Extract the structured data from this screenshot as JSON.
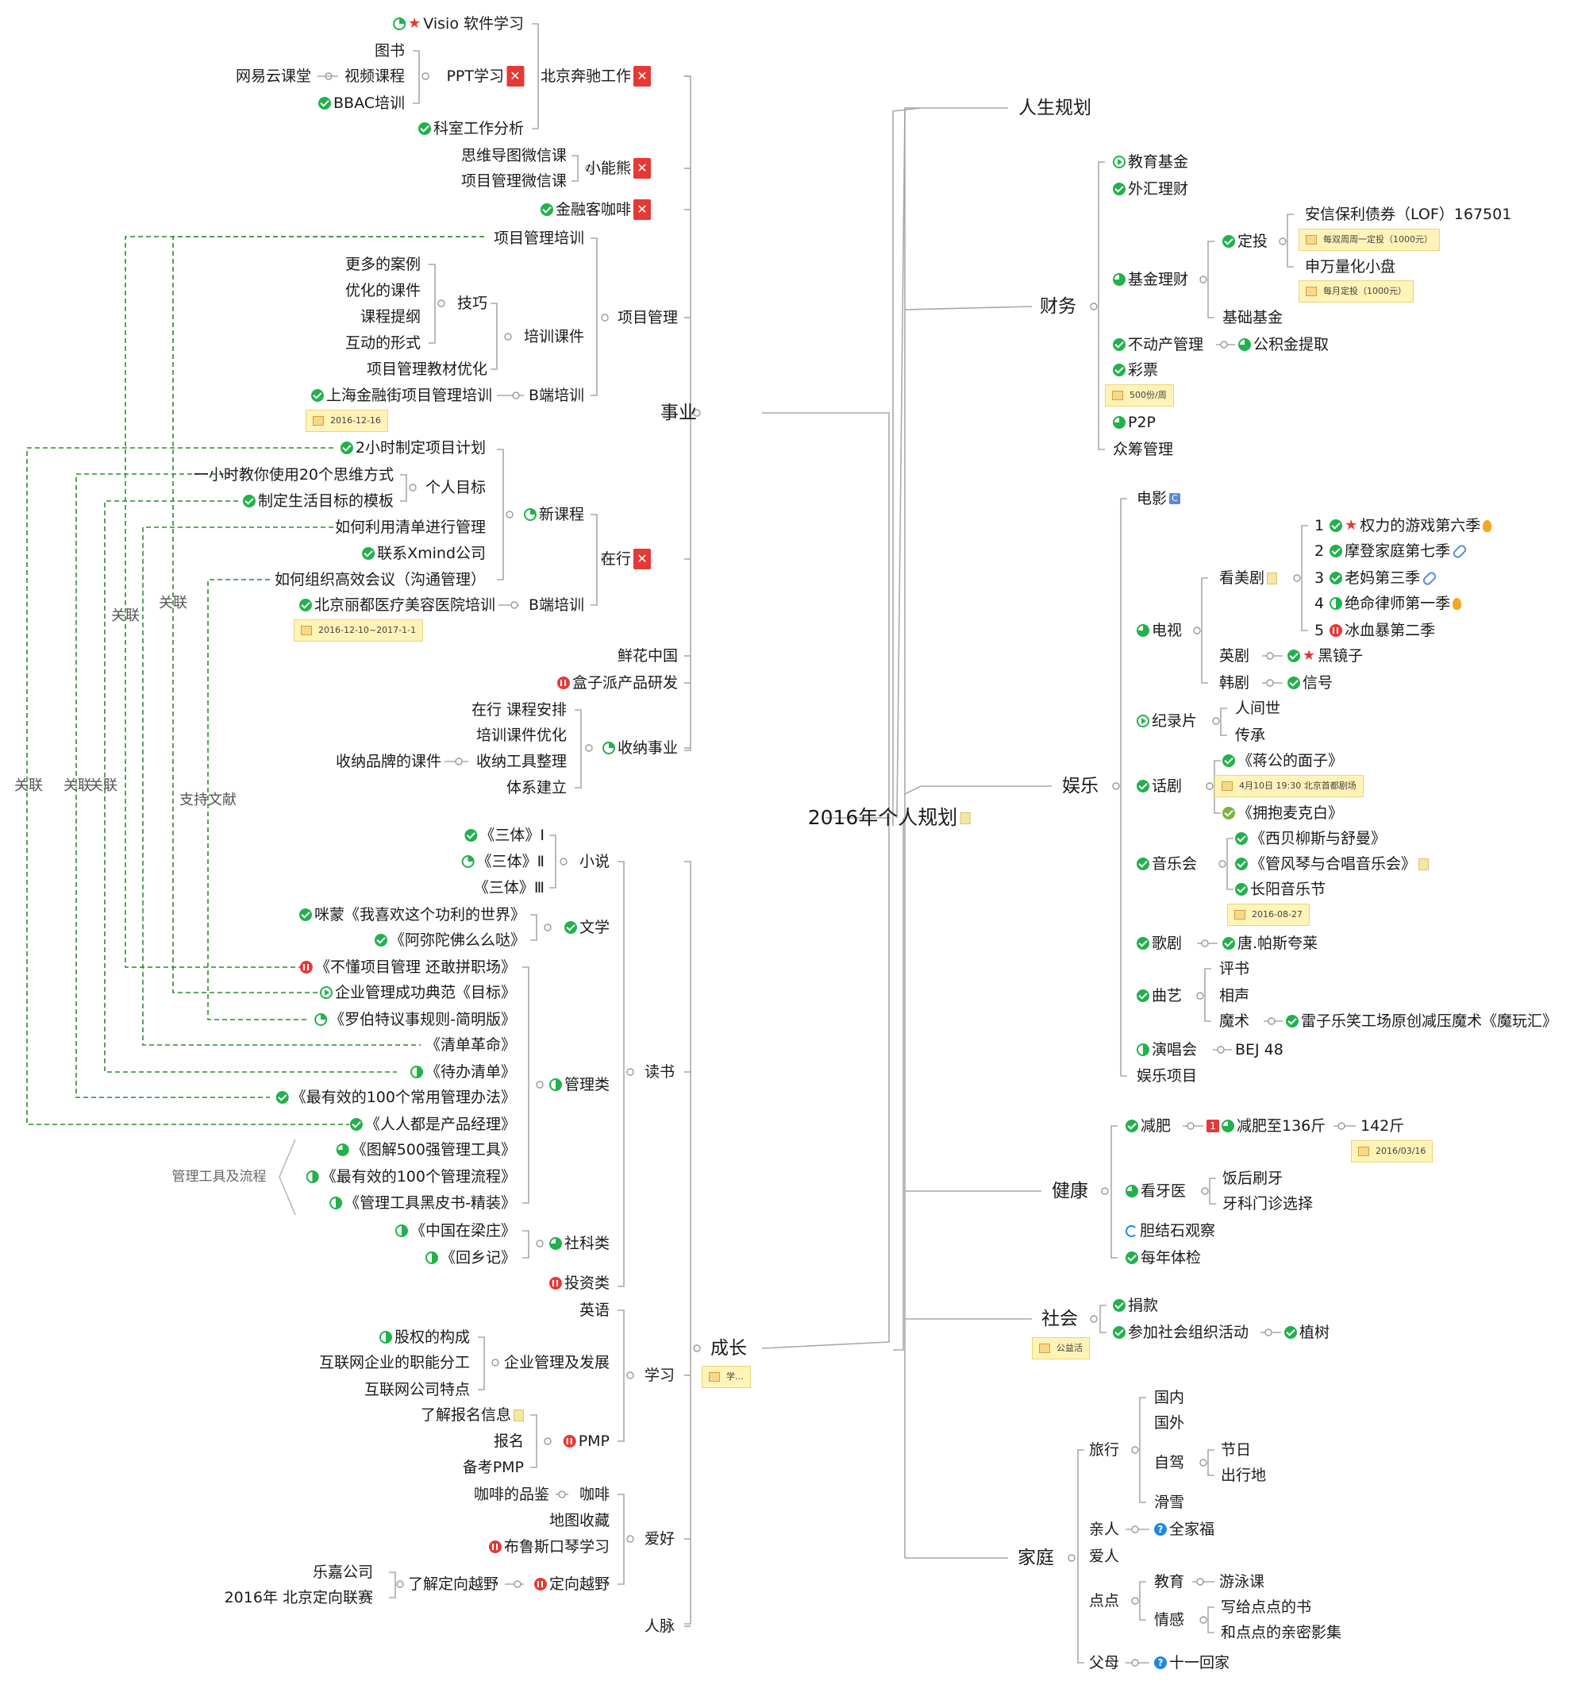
{
  "center": {
    "text": "2016年个人规划"
  },
  "relations": [
    "关联",
    "关联",
    "关联",
    "关联",
    "关联",
    "支持文献"
  ],
  "group_label": "管理工具及流程",
  "nodes": [
    {
      "t": "事业"
    },
    {
      "t": "成长"
    },
    {
      "t": "人生规划"
    },
    {
      "t": "财务"
    },
    {
      "t": "娱乐"
    },
    {
      "t": "健康"
    },
    {
      "t": "社会"
    },
    {
      "t": "家庭"
    },
    {
      "t": "北京奔驰工作"
    },
    {
      "t": "小能熊"
    },
    {
      "t": "金融客咖啡"
    },
    {
      "t": "项目管理"
    },
    {
      "t": "在行"
    },
    {
      "t": "鲜花中国"
    },
    {
      "t": "盒子派产品研发"
    },
    {
      "t": "收纳事业"
    },
    {
      "t": "Visio 软件学习"
    },
    {
      "t": "PPT学习"
    },
    {
      "t": "科室工作分析"
    },
    {
      "t": "图书"
    },
    {
      "t": "视频课程"
    },
    {
      "t": "BBAC培训"
    },
    {
      "t": "网易云课堂"
    },
    {
      "t": "思维导图微信课"
    },
    {
      "t": "项目管理微信课"
    },
    {
      "t": "项目管理培训"
    },
    {
      "t": "培训课件"
    },
    {
      "t": "B端培训"
    },
    {
      "t": "技巧"
    },
    {
      "t": "项目管理教材优化"
    },
    {
      "t": "更多的案例"
    },
    {
      "t": "优化的课件"
    },
    {
      "t": "课程提纲"
    },
    {
      "t": "互动的形式"
    },
    {
      "t": "上海金融街项目管理培训"
    },
    {
      "t": "新课程"
    },
    {
      "t": "B端培训"
    },
    {
      "t": "2小时制定项目计划"
    },
    {
      "t": "个人目标"
    },
    {
      "t": "如何利用清单进行管理"
    },
    {
      "t": "联系Xmind公司"
    },
    {
      "t": "如何组织高效会议（沟通管理）"
    },
    {
      "t": "一小时教你使用20个思维方式"
    },
    {
      "t": "制定生活目标的模板"
    },
    {
      "t": "北京丽都医疗美容医院培训"
    },
    {
      "t": "在行 课程安排"
    },
    {
      "t": "培训课件优化"
    },
    {
      "t": "收纳工具整理"
    },
    {
      "t": "体系建立"
    },
    {
      "t": "收纳品牌的课件"
    },
    {
      "t": "读书"
    },
    {
      "t": "学习"
    },
    {
      "t": "爱好"
    },
    {
      "t": "人脉"
    },
    {
      "t": "小说"
    },
    {
      "t": "文学"
    },
    {
      "t": "管理类"
    },
    {
      "t": "社科类"
    },
    {
      "t": "投资类"
    },
    {
      "t": "《三体》Ⅰ"
    },
    {
      "t": "《三体》Ⅱ"
    },
    {
      "t": "《三体》Ⅲ"
    },
    {
      "t": "咪蒙《我喜欢这个功利的世界》"
    },
    {
      "t": "《阿弥陀佛么么哒》"
    },
    {
      "t": "《不懂项目管理 还敢拼职场》"
    },
    {
      "t": "企业管理成功典范《目标》"
    },
    {
      "t": "《罗伯特议事规则-简明版》"
    },
    {
      "t": "《清单革命》"
    },
    {
      "t": "《待办清单》"
    },
    {
      "t": "《最有效的100个常用管理办法》"
    },
    {
      "t": "《人人都是产品经理》"
    },
    {
      "t": "《图解500强管理工具》"
    },
    {
      "t": "《最有效的100个管理流程》"
    },
    {
      "t": "《管理工具黑皮书-精装》"
    },
    {
      "t": "《中国在梁庄》"
    },
    {
      "t": "《回乡记》"
    },
    {
      "t": "英语"
    },
    {
      "t": "企业管理及发展"
    },
    {
      "t": "PMP"
    },
    {
      "t": "股权的构成"
    },
    {
      "t": "互联网企业的职能分工"
    },
    {
      "t": "互联网公司特点"
    },
    {
      "t": "了解报名信息"
    },
    {
      "t": "报名"
    },
    {
      "t": "备考PMP"
    },
    {
      "t": "咖啡"
    },
    {
      "t": "地图收藏"
    },
    {
      "t": "布鲁斯口琴学习"
    },
    {
      "t": "定向越野"
    },
    {
      "t": "咖啡的品鉴"
    },
    {
      "t": "了解定向越野"
    },
    {
      "t": "乐嘉公司"
    },
    {
      "t": "2016年 北京定向联赛"
    },
    {
      "t": "教育基金"
    },
    {
      "t": "外汇理财"
    },
    {
      "t": "基金理财"
    },
    {
      "t": "不动产管理"
    },
    {
      "t": "彩票"
    },
    {
      "t": "P2P"
    },
    {
      "t": "众筹管理"
    },
    {
      "t": "定投"
    },
    {
      "t": "基础基金"
    },
    {
      "t": "安信保利债券（LOF）167501"
    },
    {
      "t": "申万量化小盘"
    },
    {
      "t": "公积金提取"
    },
    {
      "t": "电影"
    },
    {
      "t": "电视"
    },
    {
      "t": "纪录片"
    },
    {
      "t": "话剧"
    },
    {
      "t": "音乐会"
    },
    {
      "t": "歌剧"
    },
    {
      "t": "曲艺"
    },
    {
      "t": "演唱会"
    },
    {
      "t": "娱乐项目"
    },
    {
      "t": "看美剧"
    },
    {
      "t": "英剧"
    },
    {
      "t": "韩剧"
    },
    {
      "t": "权力的游戏第六季"
    },
    {
      "t": "摩登家庭第七季"
    },
    {
      "t": "老妈第三季"
    },
    {
      "t": "绝命律师第一季"
    },
    {
      "t": "冰血暴第二季"
    },
    {
      "t": "黑镜子"
    },
    {
      "t": "信号"
    },
    {
      "t": "人间世"
    },
    {
      "t": "传承"
    },
    {
      "t": "《蒋公的面子》"
    },
    {
      "t": "《拥抱麦克白》"
    },
    {
      "t": "《西贝柳斯与舒曼》"
    },
    {
      "t": "《管风琴与合唱音乐会》"
    },
    {
      "t": "长阳音乐节"
    },
    {
      "t": "唐.帕斯夸莱"
    },
    {
      "t": "评书"
    },
    {
      "t": "相声"
    },
    {
      "t": "魔术"
    },
    {
      "t": "雷子乐笑工场原创减压魔术《魔玩汇》"
    },
    {
      "t": "BEJ 48"
    },
    {
      "t": "减肥"
    },
    {
      "t": "看牙医"
    },
    {
      "t": "胆结石观察"
    },
    {
      "t": "每年体检"
    },
    {
      "t": "减肥至136斤"
    },
    {
      "t": "142斤"
    },
    {
      "t": "饭后刷牙"
    },
    {
      "t": "牙科门诊选择"
    },
    {
      "t": "捐款"
    },
    {
      "t": "参加社会组织活动"
    },
    {
      "t": "植树"
    },
    {
      "t": "旅行"
    },
    {
      "t": "亲人"
    },
    {
      "t": "爱人"
    },
    {
      "t": "点点"
    },
    {
      "t": "父母"
    },
    {
      "t": "国内"
    },
    {
      "t": "国外"
    },
    {
      "t": "自驾"
    },
    {
      "t": "滑雪"
    },
    {
      "t": "节日"
    },
    {
      "t": "出行地"
    },
    {
      "t": "全家福"
    },
    {
      "t": "教育"
    },
    {
      "t": "情感"
    },
    {
      "t": "游泳课"
    },
    {
      "t": "写给点点的书"
    },
    {
      "t": "和点点的亲密影集"
    },
    {
      "t": "十一回家"
    }
  ],
  "numbers": [
    "1",
    "2",
    "3",
    "4",
    "5"
  ],
  "labels": [
    {
      "t": "2016-12-16"
    },
    {
      "t": "2016-12-10~2017-1-1"
    },
    {
      "t": "500份/周"
    },
    {
      "t": "每双周周一定投（1000元）"
    },
    {
      "t": "每月定投（1000元）"
    },
    {
      "t": "4月10日 19:30 北京首都剧场"
    },
    {
      "t": "2016-08-27"
    },
    {
      "t": "2016/03/16"
    },
    {
      "t": "公益活"
    },
    {
      "t": "学..."
    }
  ],
  "colors": {
    "line": "#a9a9a9",
    "relation": "#2e8b2e",
    "done": "#22b14c",
    "pause": "#e53935",
    "label_bg": "#fff3b8"
  }
}
